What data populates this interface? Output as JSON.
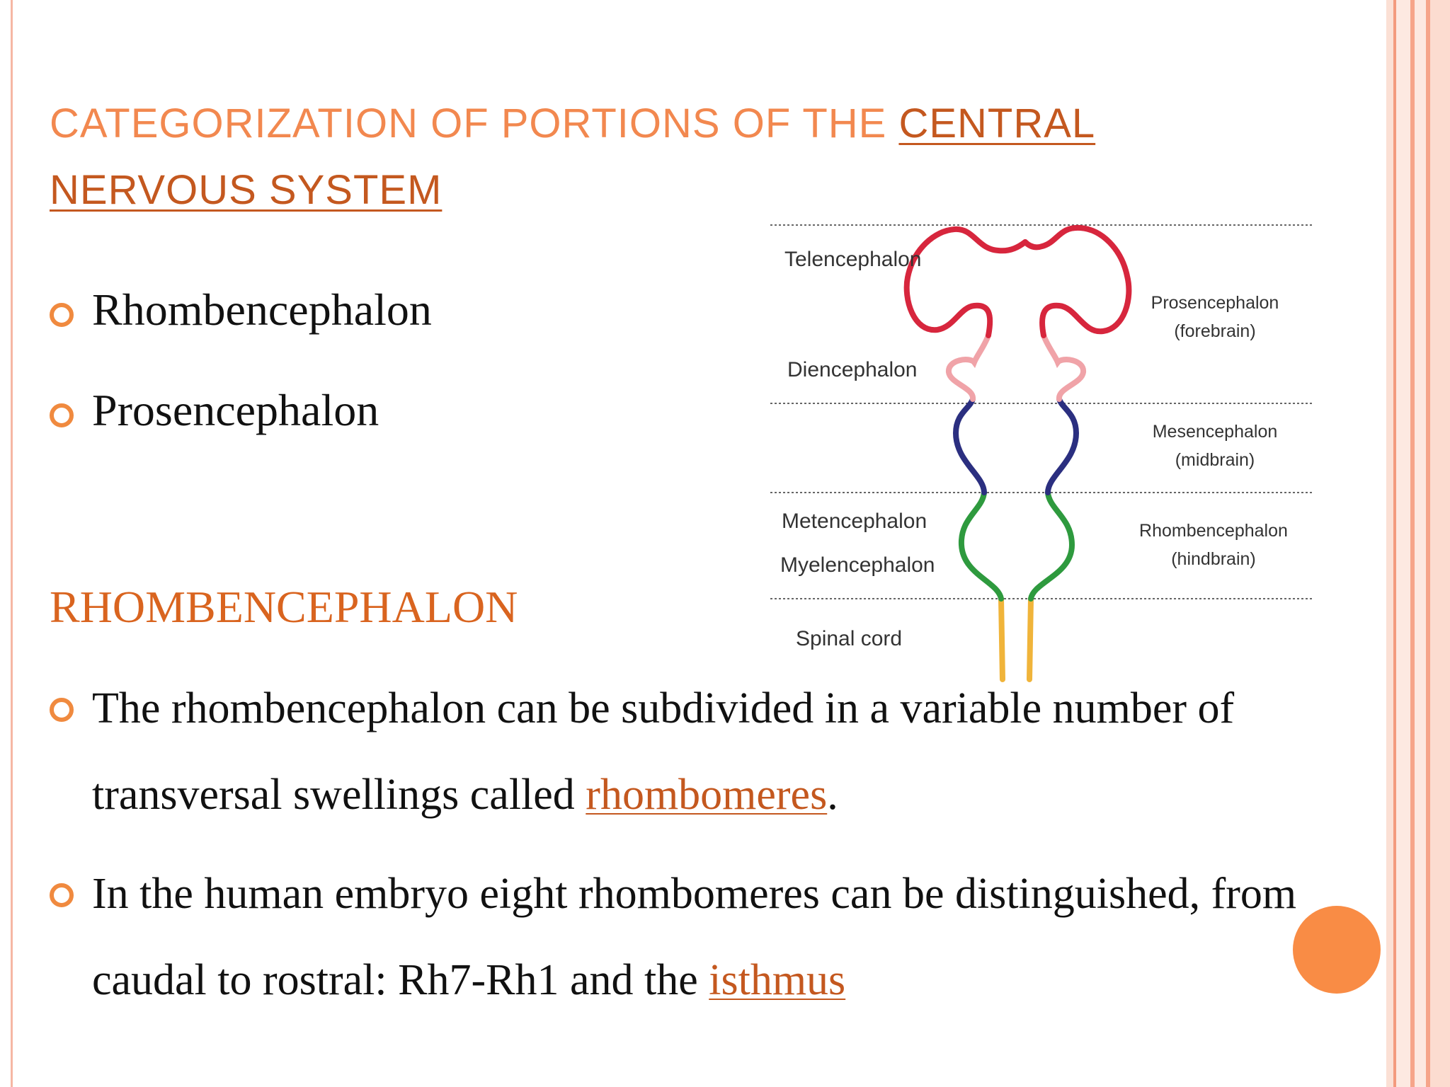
{
  "title": {
    "prefix": "CATEGORIZATION OF PORTIONS OF THE ",
    "link_line1": "CENTRAL",
    "link_line2": "NERVOUS SYSTEM"
  },
  "bullets": [
    "Rhombencephalon",
    "Prosencephalon"
  ],
  "section_heading": "RHOMBENCEPHALON",
  "paragraphs": [
    {
      "text": "The rhombencephalon can be subdivided in a variable number of transversal swellings called ",
      "link": "rhombomeres",
      "suffix": "."
    },
    {
      "text": "In the human embryo eight rhombomeres can be distinguished, from caudal to rostral: Rh7-Rh1 and the ",
      "link": "isthmus",
      "suffix": ""
    }
  ],
  "diagram": {
    "left_labels": {
      "telencephalon": "Telencephalon",
      "diencephalon": "Diencephalon",
      "metencephalon": "Metencephalon",
      "myelencephalon": "Myelencephalon",
      "spinal_cord": "Spinal cord"
    },
    "right_labels": {
      "prosencephalon": "Prosencephalon",
      "prosencephalon_sub": "(forebrain)",
      "mesencephalon": "Mesencephalon",
      "mesencephalon_sub": "(midbrain)",
      "rhombencephalon": "Rhombencephalon",
      "rhombencephalon_sub": "(hindbrain)"
    },
    "colors": {
      "telencephalon": "#d7263d",
      "diencephalon": "#f0a3a8",
      "mesencephalon": "#2b2f80",
      "rhombencephalon": "#2e9a3e",
      "spinal_cord": "#f0b43a"
    }
  },
  "colors": {
    "title": "#f2884f",
    "link": "#c4581f",
    "heading": "#d9641f",
    "bullet": "#f08a3f",
    "accent_orb": "#f98c45"
  }
}
